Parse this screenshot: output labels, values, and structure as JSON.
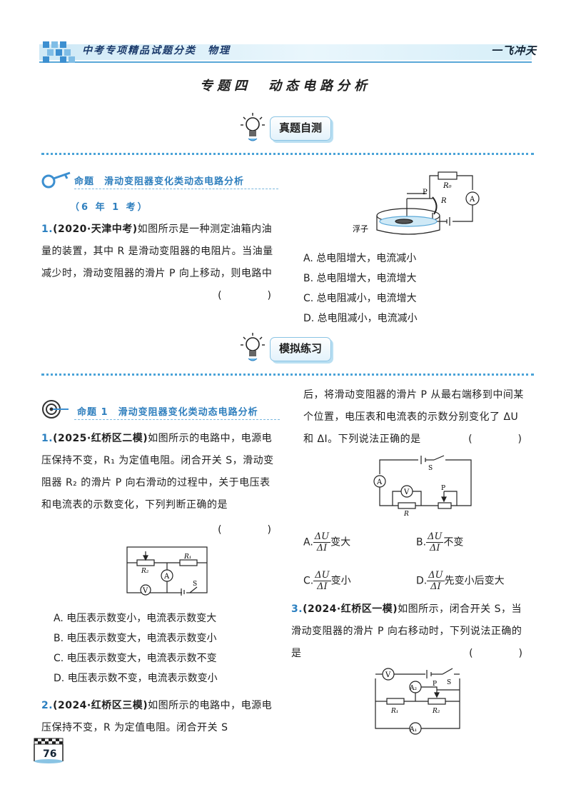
{
  "header": {
    "series_title": "中考专项精品试题分类　物理",
    "brand": "一飞冲天"
  },
  "topic_title": "专题四　动态电路分析",
  "section1": {
    "badge": "真题自测",
    "command": "命题　滑动变阻器变化类动态电路分析",
    "sub": "（6 年 1 考）",
    "q1": {
      "num": "1.",
      "source": "(2020·天津中考)",
      "text": "如图所示是一种测定油箱内油量的装置，其中 R 是滑动变阻器的电阻片。当油量减少时，滑动变阻器的滑片 P 向上移动，则电路中",
      "bracket": "(　　)",
      "fig_label_float": "浮子",
      "fig_label_R0": "R₀",
      "fig_label_R": "R",
      "fig_label_P": "P",
      "fig_label_A": "A",
      "options": [
        "A. 总电阻增大，电流减小",
        "B. 总电阻增大，电流增大",
        "C. 总电阻减小，电流增大",
        "D. 总电阻减小，电流减小"
      ]
    }
  },
  "section2": {
    "badge": "模拟练习",
    "command": "命题 1　滑动变阻器变化类动态电路分析",
    "q1": {
      "num": "1.",
      "source": "(2025·红桥区二模)",
      "text": "如图所示的电路中，电源电压保持不变，R₁ 为定值电阻。闭合开关 S，滑动变阻器 R₂ 的滑片 P 向右滑动的过程中，关于电压表和电流表的示数变化，下列判断正确的是",
      "bracket": "(　　)",
      "fig": {
        "R2": "R₂",
        "R1": "R₁",
        "A": "A",
        "V": "V",
        "S": "S"
      },
      "options": [
        "A. 电压表示数变小，电流表示数变大",
        "B. 电压表示数变大，电流表示数变小",
        "C. 电压表示数变大，电流表示数不变",
        "D. 电压表示数不变，电流表示数变小"
      ]
    },
    "q2": {
      "num": "2.",
      "source": "(2024·红桥区三模)",
      "text_left": "如图所示的电路中，电源电压保持不变，R 为定值电阻。闭合开关 S",
      "text_right": "后，将滑动变阻器的滑片 P 从最右端移到中间某个位置，电压表和电流表的示数分别变化了 ΔU 和 ΔI。下列说法正确的是",
      "bracket": "(　　)",
      "fig": {
        "A": "A",
        "V": "V",
        "S": "S",
        "P": "P",
        "R": "R"
      },
      "frac_num": "ΔU",
      "frac_den": "ΔI",
      "options": [
        {
          "letter": "A.",
          "suffix": "变大"
        },
        {
          "letter": "B.",
          "suffix": "不变"
        },
        {
          "letter": "C.",
          "suffix": "变小"
        },
        {
          "letter": "D.",
          "suffix": "先变小后变大"
        }
      ]
    },
    "q3": {
      "num": "3.",
      "source": "(2024·红桥区一模)",
      "text": "如图所示，闭合开关 S，当滑动变阻器的滑片 P 向右移动时，下列说法正确的是",
      "bracket": "(　　)",
      "fig": {
        "V": "V",
        "A2": "A₂",
        "A1": "A₁",
        "S": "S",
        "P": "P",
        "R1": "R₁",
        "R2": "R₂"
      }
    }
  },
  "page_number": "76"
}
